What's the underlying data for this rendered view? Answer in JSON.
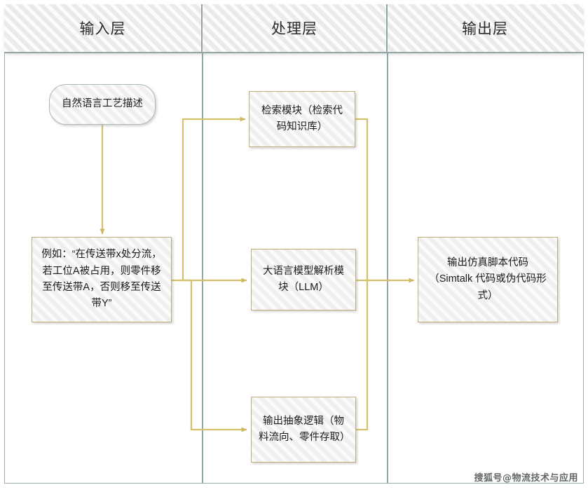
{
  "diagram": {
    "type": "swimlane-flowchart",
    "accent_color": "#d4bf6a",
    "node_border_color": "#bfae7a",
    "lane_border_color": "#93a5a5",
    "node_fill_color": "#efefef"
  },
  "lanes": [
    {
      "id": "input",
      "label": "输入层"
    },
    {
      "id": "processing",
      "label": "处理层"
    },
    {
      "id": "output",
      "label": "输出层"
    }
  ],
  "nodes": [
    {
      "id": "start",
      "lane": "input",
      "shape": "rounded-pill",
      "label": "自然语言工艺描述"
    },
    {
      "id": "example",
      "lane": "input",
      "shape": "rectangle",
      "label": "例如：“在传送带x处分流，若工位A被占用，则零件移至传送带A，否则移至传送带Y”"
    },
    {
      "id": "retrieve",
      "lane": "processing",
      "shape": "rectangle",
      "label": "检索模块（检索代码知识库）"
    },
    {
      "id": "llm",
      "lane": "processing",
      "shape": "rectangle",
      "label": "大语言模型解析模块（LLM）"
    },
    {
      "id": "logic",
      "lane": "processing",
      "shape": "rectangle",
      "label": "输出抽象逻辑（物料流向、零件存取）"
    },
    {
      "id": "output",
      "lane": "output",
      "shape": "rectangle",
      "label": "输出仿真脚本代码（Simtalk 代码或伪代码形式）"
    }
  ],
  "edges": [
    {
      "id": "e1",
      "from": "start",
      "to": "example",
      "label": ""
    },
    {
      "id": "e2",
      "from": "example",
      "to": "retrieve",
      "label": ""
    },
    {
      "id": "e3",
      "from": "example",
      "to": "llm",
      "label": ""
    },
    {
      "id": "e4",
      "from": "example",
      "to": "logic",
      "label": ""
    },
    {
      "id": "e5",
      "from": "retrieve",
      "to": "output",
      "label": ""
    },
    {
      "id": "e6",
      "from": "llm",
      "to": "output",
      "label": ""
    },
    {
      "id": "e7",
      "from": "logic",
      "to": "output",
      "label": ""
    }
  ],
  "watermark": {
    "text": "搜狐号@物流技术与应用"
  }
}
